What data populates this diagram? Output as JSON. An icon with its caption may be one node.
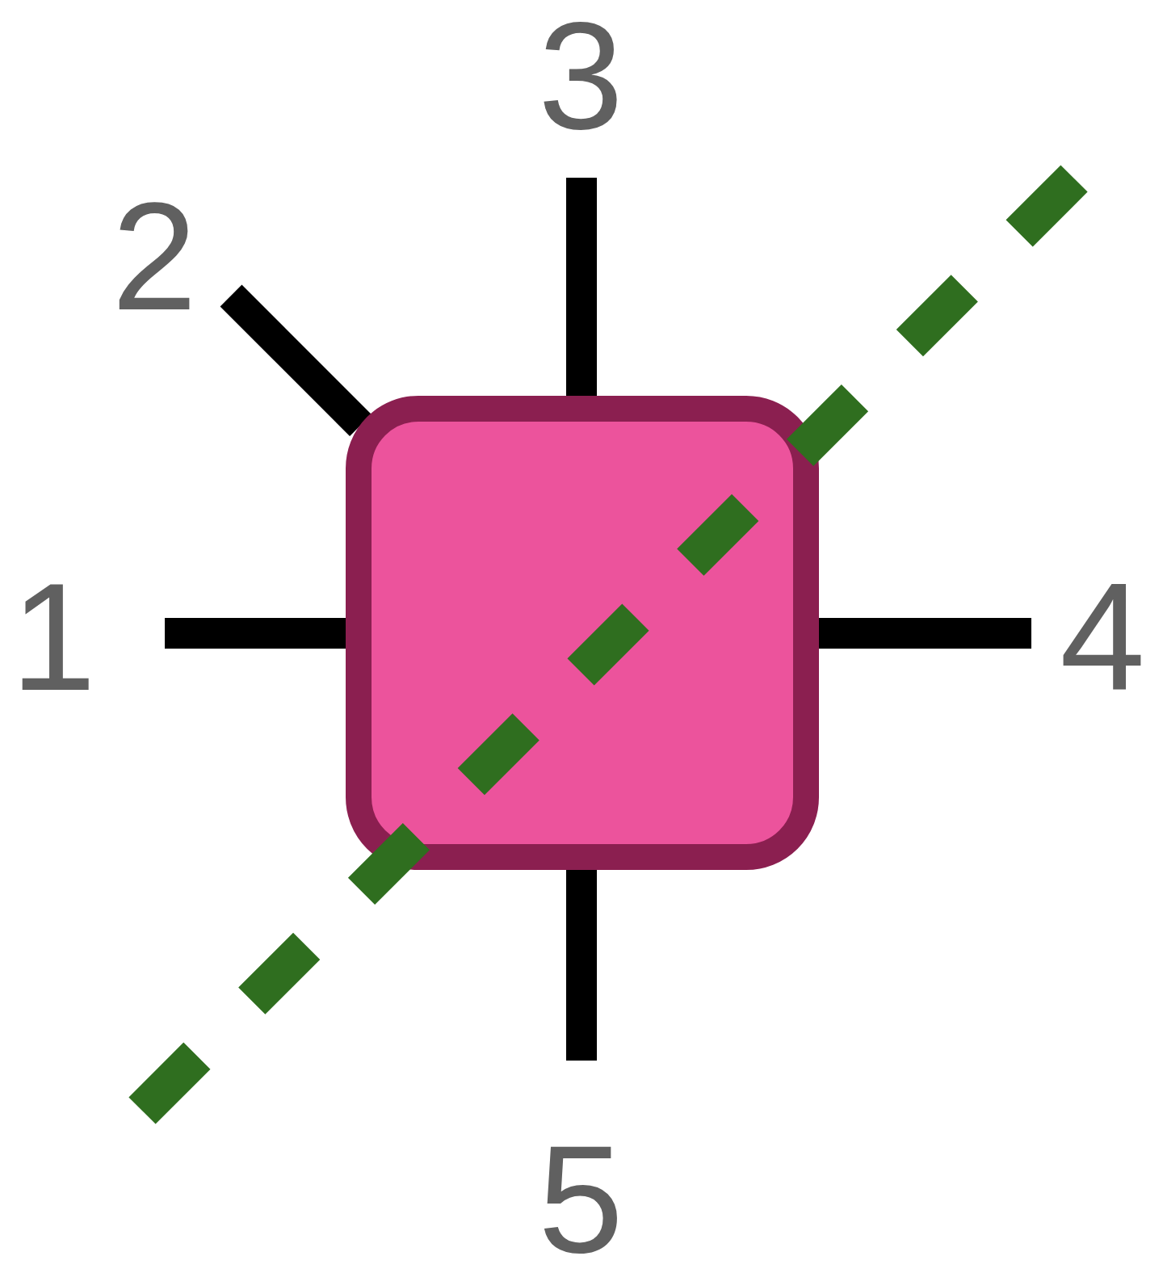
{
  "diagram": {
    "nodes": [
      {
        "text": [],
        "shape": "box"
      },
      {
        "text": [
          "1"
        ]
      },
      {
        "text": [
          "2"
        ]
      },
      {
        "text": [
          "3"
        ]
      },
      {
        "text": [
          "4"
        ]
      },
      {
        "text": [
          "5"
        ]
      }
    ],
    "edges": [
      {
        "from": 1,
        "to": 0,
        "arrow": "none"
      },
      {
        "from": 2,
        "to": 0,
        "arrow": "none"
      },
      {
        "from": 3,
        "to": 0,
        "arrow": "none"
      },
      {
        "from": 4,
        "to": 0,
        "arrow": "none"
      },
      {
        "from": 5,
        "to": 0,
        "arrow": "none"
      }
    ]
  }
}
